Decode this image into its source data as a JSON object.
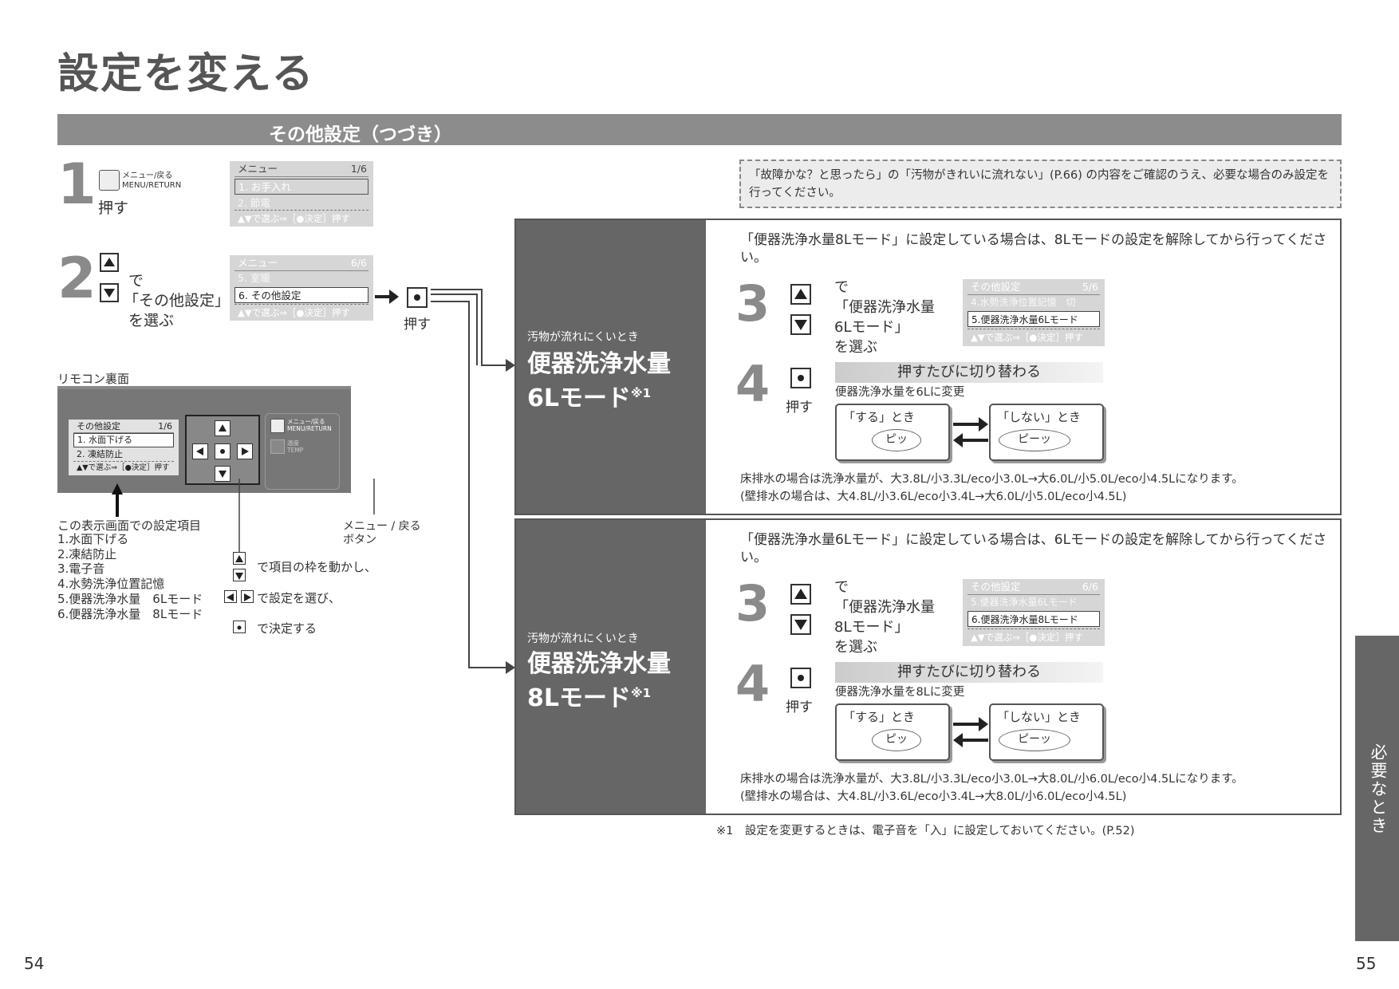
{
  "page_title": "設定を変える",
  "section_title": "その他設定（つづき）",
  "step1": {
    "num": "1",
    "btn_label_jp": "メニュー/戻る",
    "btn_label_en": "MENU/RETURN",
    "action": "押す",
    "lcd": {
      "header": "メニュー",
      "page": "1/6",
      "row1": "1. お手入れ",
      "row2": "2. 節電",
      "footer": "▲▼で選ぶ⇒［●決定］押す"
    }
  },
  "step2": {
    "num": "2",
    "line1": "で",
    "line2": "「その他設定」",
    "line3": "を選ぶ",
    "lcd": {
      "header": "メニュー",
      "page": "6/6",
      "row1": "5. 室暖",
      "row2": "6. その他設定",
      "footer": "▲▼で選ぶ⇒［●決定］押す"
    },
    "press": "押す"
  },
  "remote": {
    "label": "リモコン裏面",
    "lcd": {
      "header": "その他設定",
      "page": "1/6",
      "row1": "1. 水面下げる",
      "row2": "2. 凍結防止",
      "footer": "▲▼で選ぶ⇒［●決定］押す"
    },
    "menu_jp": "メニュー/戻る",
    "menu_en": "MENU/RETURN",
    "temp_jp": "温度",
    "temp_en": "TEMP",
    "caption": "この表示画面での設定項目",
    "items": [
      "1.水面下げる",
      "2.凍結防止",
      "3.電子音",
      "4.水勢洗浄位置記憶",
      "5.便器洗浄水量　6Lモード",
      "6.便器洗浄水量　8Lモード"
    ],
    "menu_caption": "メニュー / 戻る",
    "menu_caption2": "ボタン",
    "guide1": "で項目の枠を動かし、",
    "guide2": "で設定を選び、",
    "guide3": "で決定する"
  },
  "note": "「故障かな？と思ったら」の「汚物がきれいに流れない」(P.66) の内容をご確認のうえ、必要な場合のみ設定を行ってください。",
  "panel6": {
    "side_small": "汚物が流れにくいとき",
    "side_big1": "便器洗浄水量",
    "side_big2": "6Lモード",
    "side_sup": "※1",
    "intro": "「便器洗浄水量8Lモード」に設定している場合は、8Lモードの設定を解除してから行ってください。",
    "s3_num": "3",
    "s3_l1": "で",
    "s3_l2": "「便器洗浄水量",
    "s3_l3": "6Lモード」",
    "s3_l4": "を選ぶ",
    "lcd": {
      "header": "その他設定",
      "page": "5/6",
      "row1": "4.水勢洗浄位置記憶　切",
      "row2": "5.便器洗浄水量6Lモード",
      "footer": "▲▼で選ぶ⇒［●決定］押す"
    },
    "s4_num": "4",
    "s4_press": "押す",
    "toggle": "押すたびに切り替わる",
    "toggle_sub": "便器洗浄水量を6Lに変更",
    "on_label": "「する」とき",
    "on_sound": "ピッ",
    "off_label": "「しない」とき",
    "off_sound": "ピーッ",
    "foot1": "床排水の場合は洗浄水量が、大3.8L/小3.3L/eco小3.0L→大6.0L/小5.0L/eco小4.5Lになります。",
    "foot2": "(壁排水の場合は、大4.8L/小3.6L/eco小3.4L→大6.0L/小5.0L/eco小4.5L)"
  },
  "panel8": {
    "side_small": "汚物が流れにくいとき",
    "side_big1": "便器洗浄水量",
    "side_big2": "8Lモード",
    "side_sup": "※1",
    "intro": "「便器洗浄水量6Lモード」に設定している場合は、6Lモードの設定を解除してから行ってください。",
    "s3_num": "3",
    "s3_l1": "で",
    "s3_l2": "「便器洗浄水量",
    "s3_l3": "8Lモード」",
    "s3_l4": "を選ぶ",
    "lcd": {
      "header": "その他設定",
      "page": "6/6",
      "row1": "5.便器洗浄水量6Lモード",
      "row2": "6.便器洗浄水量8Lモード",
      "footer": "▲▼で選ぶ⇒［●決定］押す"
    },
    "s4_num": "4",
    "s4_press": "押す",
    "toggle": "押すたびに切り替わる",
    "toggle_sub": "便器洗浄水量を8Lに変更",
    "on_label": "「する」とき",
    "on_sound": "ピッ",
    "off_label": "「しない」とき",
    "off_sound": "ピーッ",
    "foot1": "床排水の場合は洗浄水量が、大3.8L/小3.3L/eco小3.0L→大8.0L/小6.0L/eco小4.5Lになります。",
    "foot2": "(壁排水の場合は、大4.8L/小3.6L/eco小3.4L→大8.0L/小6.0L/eco小4.5L)"
  },
  "footnote": "※1　設定を変更するときは、電子音を「入」に設定しておいてください。(P.52)",
  "side_tab": "必要なとき",
  "page_left": "54",
  "page_right": "55"
}
